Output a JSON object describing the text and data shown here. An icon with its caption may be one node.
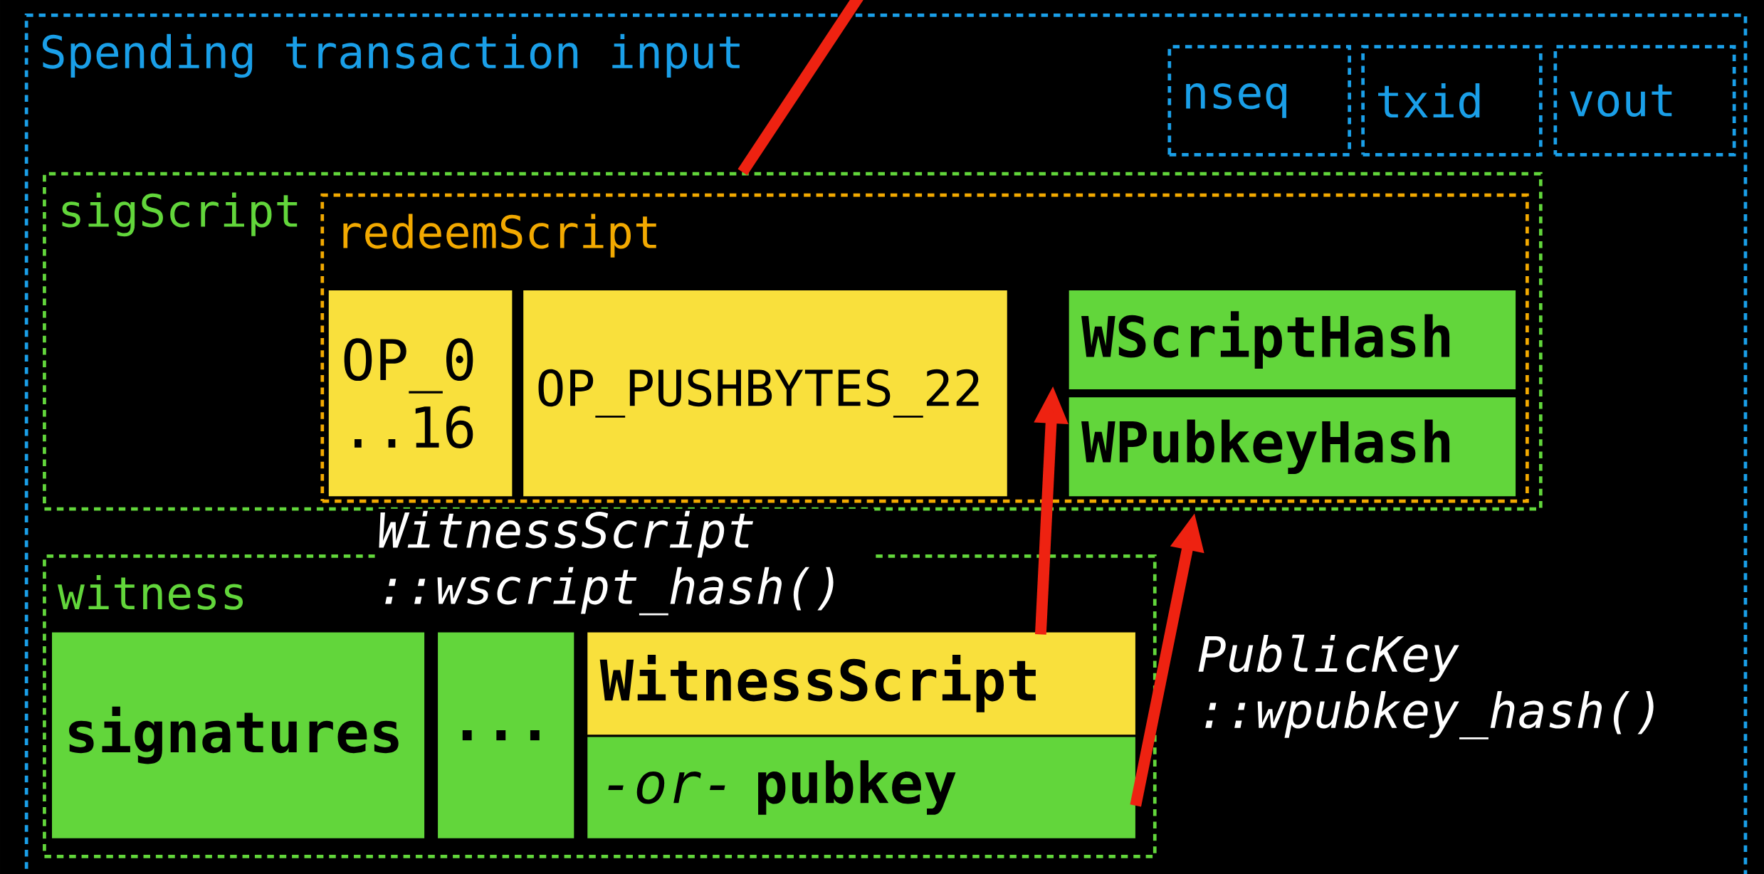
{
  "diagram": {
    "nodes": [
      {
        "text": [
          "Spending transaction input"
        ]
      },
      {
        "text": [
          "nseq"
        ],
        "in": 0
      },
      {
        "text": [
          "txid"
        ],
        "in": 0
      },
      {
        "text": [
          "vout"
        ],
        "in": 0
      },
      {
        "text": [
          "sigScript"
        ],
        "in": 0
      },
      {
        "text": [
          "redeemScript"
        ],
        "in": 4
      },
      {
        "text": [
          "OP_0 ..16"
        ],
        "in": 5
      },
      {
        "text": [
          "OP_PUSHBYTES_22"
        ],
        "in": 5
      },
      {
        "text": [
          "WScriptHash"
        ],
        "in": 5
      },
      {
        "text": [
          "WPubkeyHash"
        ],
        "in": 5
      },
      {
        "text": [
          "witness"
        ],
        "in": 0
      },
      {
        "text": [
          "signatures"
        ],
        "in": 10
      },
      {
        "text": [
          "..."
        ],
        "in": 10
      },
      {
        "text": [
          "WitnessScript"
        ],
        "in": 10
      },
      {
        "text": [
          "*-or-* **pubkey**"
        ],
        "in": 10
      }
    ],
    "edges": [
      {
        "from": null,
        "to": 4,
        "arrow": "none"
      },
      {
        "from": 13,
        "to": 8,
        "arrow": "to",
        "label": "WitnessScript ::wscript_hash()"
      },
      {
        "from": 14,
        "to": 9,
        "arrow": "to",
        "label": "PublicKey ::wpubkey_hash()"
      }
    ]
  }
}
